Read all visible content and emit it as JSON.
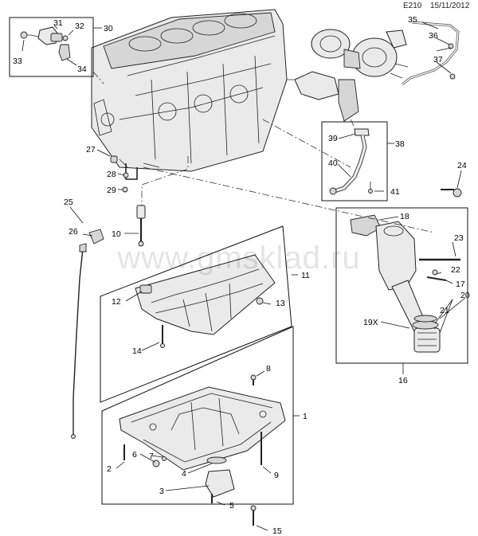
{
  "header": {
    "code": "E210",
    "date": "15/11/2012"
  },
  "watermark": "www.gmsklad.ru",
  "callouts": {
    "c1": "1",
    "c2": "2",
    "c3": "3",
    "c4": "4",
    "c5": "5",
    "c6": "6",
    "c7": "7",
    "c8": "8",
    "c9": "9",
    "c10": "10",
    "c11": "11",
    "c12": "12",
    "c13": "13",
    "c14": "14",
    "c15": "15",
    "c16": "16",
    "c17": "17",
    "c18": "18",
    "c19x": "19X",
    "c20": "20",
    "c21": "21",
    "c22": "22",
    "c23": "23",
    "c24": "24",
    "c25": "25",
    "c26": "26",
    "c27": "27",
    "c28": "28",
    "c29": "29",
    "c30": "30",
    "c31": "31",
    "c32": "32",
    "c33": "33",
    "c34": "34",
    "c35": "35",
    "c36": "36",
    "c37": "37",
    "c38": "38",
    "c39": "39",
    "c40": "40",
    "c41": "41"
  }
}
